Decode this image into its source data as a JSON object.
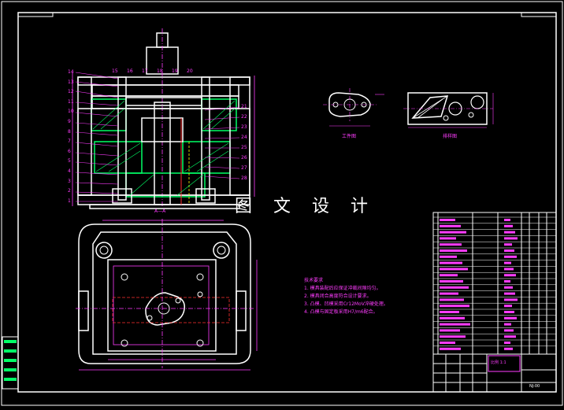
{
  "watermark": "图 文 设 计",
  "views": {
    "section_caption": "A—A",
    "workpiece_caption": "工件图",
    "layout_caption": "排样图"
  },
  "part_labels_left": [
    "14",
    "13",
    "12",
    "11",
    "10",
    "9",
    "8",
    "7",
    "6",
    "5",
    "4",
    "3",
    "2",
    "1"
  ],
  "part_labels_top": [
    "15",
    "16",
    "17",
    "18",
    "19",
    "20"
  ],
  "part_labels_right": [
    "21",
    "22",
    "23",
    "24",
    "25",
    "26",
    "27",
    "28"
  ],
  "tech_notes": {
    "title": "技术要求",
    "items": [
      "1. 模具装配后应保证冲裁间隙均匀。",
      "2. 模具闭合高度符合设计要求。",
      "3. 凸模、凹模采用Cr12MoV淬硬处理。",
      "4. 凸模与固定板采用H7/m6配合。"
    ]
  },
  "title_block": {
    "drawing_no": "NJ-00",
    "scale_text": "比例 1:1"
  },
  "colors": {
    "frame": "#ffffff",
    "outline": "#ffffff",
    "section": "#00ff66",
    "center": "#ff3cff",
    "dim": "#ff3cff",
    "hidden": "#ffff00",
    "accent_red": "#ff3030"
  }
}
